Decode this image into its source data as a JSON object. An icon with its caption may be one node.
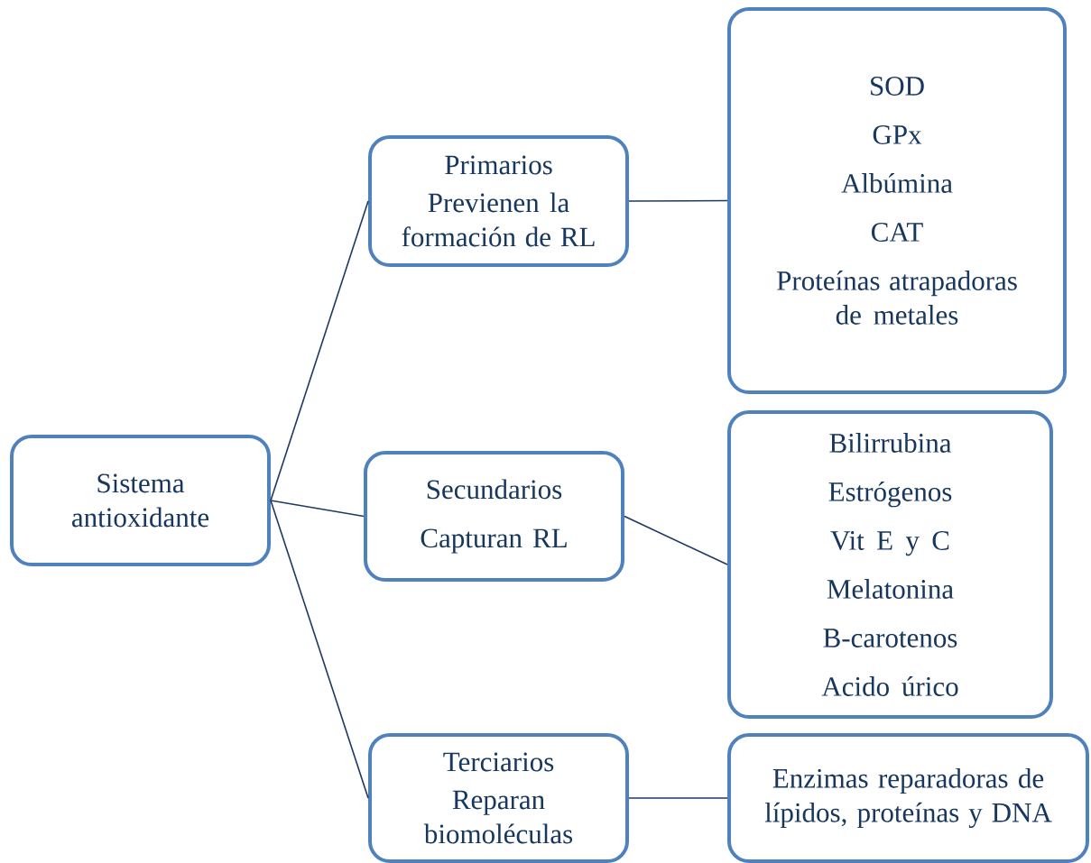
{
  "diagram": {
    "nodes": [
      {
        "text": [
          "Sistema antioxidante"
        ]
      },
      {
        "text": [
          "Primarios",
          "Previenen la formación de RL"
        ]
      },
      {
        "text": [
          "SOD",
          "GPx",
          "Albúmina",
          "CAT",
          "Proteínas atrapadoras de metales"
        ]
      },
      {
        "text": [
          "Secundarios",
          "Capturan RL"
        ]
      },
      {
        "text": [
          "Bilirrubina",
          "Estrógenos",
          "Vit E y C",
          "Melatonina",
          "B-carotenos",
          "Acido úrico"
        ]
      },
      {
        "text": [
          "Terciarios",
          "Reparan biomoléculas"
        ]
      },
      {
        "text": [
          "Enzimas reparadoras de lípidos, proteínas y DNA"
        ]
      }
    ],
    "edges": [
      {
        "from": 0,
        "to": 1,
        "arrow": "none"
      },
      {
        "from": 0,
        "to": 3,
        "arrow": "none"
      },
      {
        "from": 0,
        "to": 5,
        "arrow": "none"
      },
      {
        "from": 1,
        "to": 2,
        "arrow": "none"
      },
      {
        "from": 3,
        "to": 4,
        "arrow": "none"
      },
      {
        "from": 5,
        "to": 6,
        "arrow": "none"
      }
    ]
  }
}
